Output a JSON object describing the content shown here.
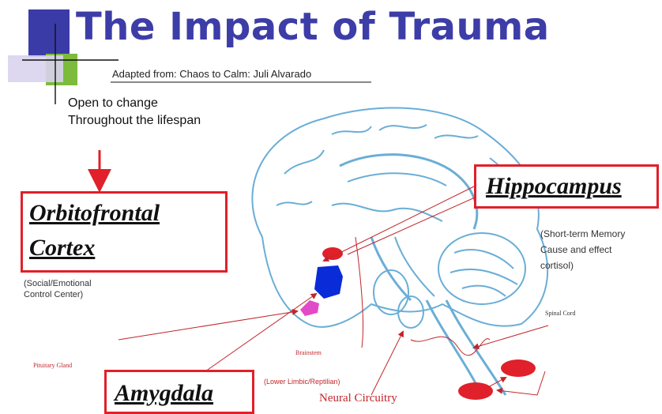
{
  "slide": {
    "title": "The Impact of Trauma",
    "subtitle": "Adapted from: Chaos to Calm: Juli Alvarado"
  },
  "annotations": {
    "open_line1": "Open to change",
    "open_line2": "Throughout  the lifespan",
    "ofc_line1": "Orbitofrontal",
    "ofc_line2": "Cortex",
    "ofc_sub1": "(Social/Emotional",
    "ofc_sub2": "Control Center)",
    "hippocampus": "Hippocampus",
    "hip_sub1": "(Short-term Memory",
    "hip_sub2": "Cause and effect",
    "hip_sub3": "cortisol)",
    "amygdala": "Amygdala",
    "pituitary": "Pituitary Gland",
    "brainstem": "Brainstem",
    "brainstem_sub": "(Lower Limbic/Reptilian)",
    "neural": "Neural Circuitry",
    "spinal": "Spinal Cord"
  },
  "colors": {
    "title": "#3d3da8",
    "box_border": "#e0202a",
    "brain_outline": "#6aaed6",
    "highlight_red": "#e0202a",
    "highlight_blue": "#0a2bd8",
    "highlight_pink": "#e24bc8"
  }
}
